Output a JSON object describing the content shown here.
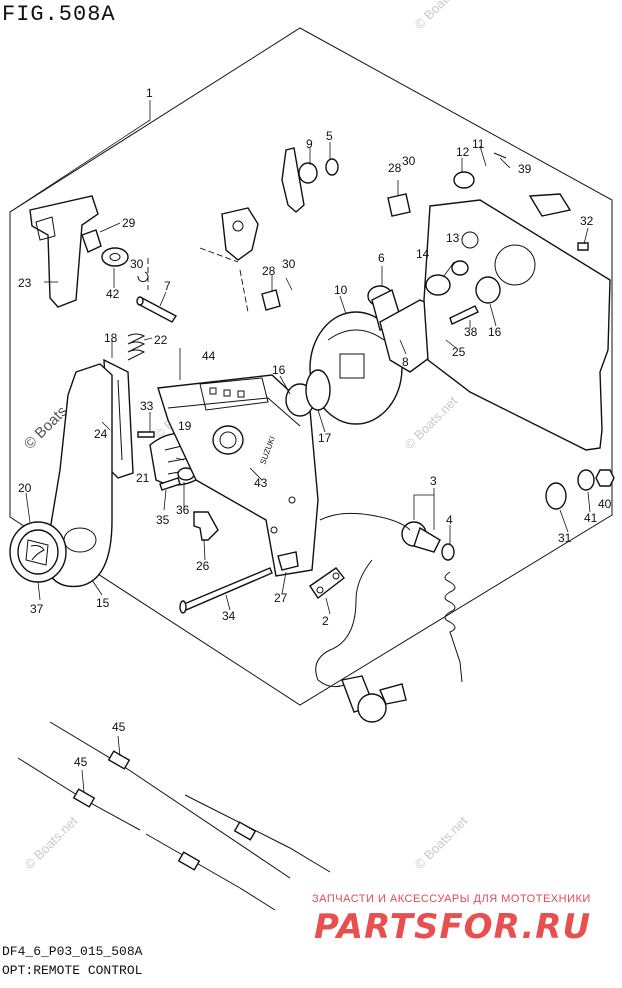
{
  "figure": {
    "title": "FIG.508A",
    "code": "DF4_6_P03_015_508A",
    "caption": "OPT:REMOTE CONTROL"
  },
  "callouts": [
    "1",
    "2",
    "3",
    "4",
    "5",
    "6",
    "7",
    "8",
    "9",
    "10",
    "11",
    "12",
    "13",
    "14",
    "15",
    "16",
    "16",
    "17",
    "18",
    "19",
    "20",
    "21",
    "22",
    "23",
    "24",
    "25",
    "26",
    "27",
    "28",
    "28",
    "29",
    "30",
    "30",
    "30",
    "31",
    "32",
    "33",
    "34",
    "35",
    "36",
    "37",
    "38",
    "39",
    "40",
    "41",
    "42",
    "43",
    "44",
    "45",
    "45"
  ],
  "watermarks": {
    "text": "© Boats.net"
  },
  "shop": {
    "line": "ЗАПЧАСТИ И АКСЕССУАРЫ ДЛЯ МОТОТЕХНИКИ",
    "logo": "PARTSFOR.RU"
  },
  "labels": {
    "brand_on_housing": "SUZUKI"
  }
}
